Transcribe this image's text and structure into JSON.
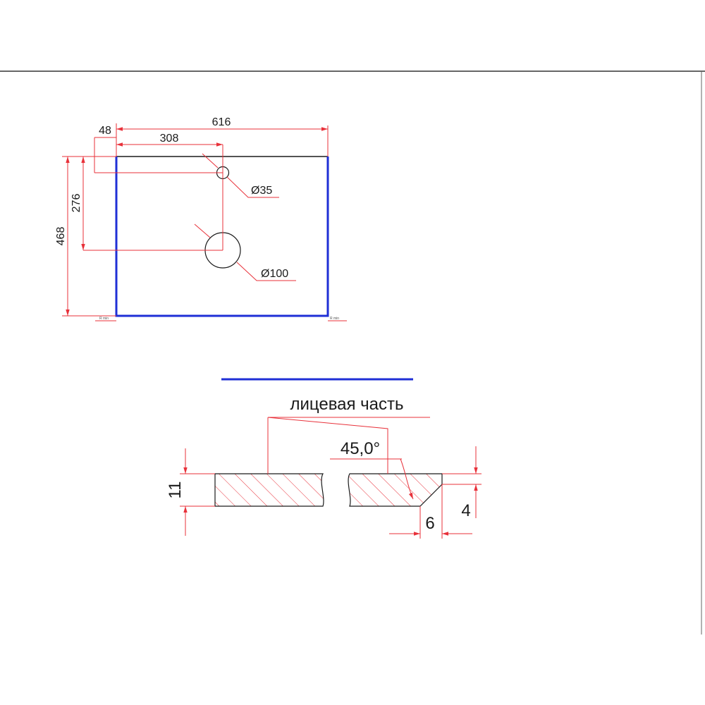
{
  "colors": {
    "dimension": "#e8313a",
    "edge": "#1f2fd6",
    "outline": "#1a1a1a",
    "frame": "#333333"
  },
  "plan": {
    "dims": {
      "width": "616",
      "half_width": "308",
      "offset": "48",
      "depth": "468",
      "hole_offset": "276",
      "small_hole": "Ø35",
      "large_hole": "Ø100"
    },
    "corner_notes": [
      "R min",
      "R min"
    ]
  },
  "section": {
    "face_label": "лицевая часть",
    "angle": "45,0°",
    "thickness": "11",
    "bevel_height": "4",
    "bevel_width": "6"
  }
}
